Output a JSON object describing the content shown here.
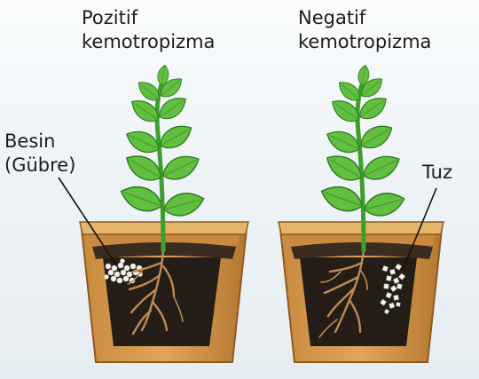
{
  "titles": {
    "positive_line1": "Pozitif",
    "positive_line2": "kemotropizma",
    "negative_line1": "Negatif",
    "negative_line2": "kemotropizma"
  },
  "labels": {
    "nutrient_line1": "Besin",
    "nutrient_line2": "(Gübre)",
    "salt": "Tuz"
  },
  "colors": {
    "pot_outer": "#d79a4e",
    "pot_shade": "#b87a34",
    "pot_rim": "#e7b46c",
    "soil": "#241d18",
    "leaf": "#62bf3f",
    "leaf_dark": "#2f7f24",
    "root": "#c08a55",
    "granules": "#f4f2ec"
  }
}
